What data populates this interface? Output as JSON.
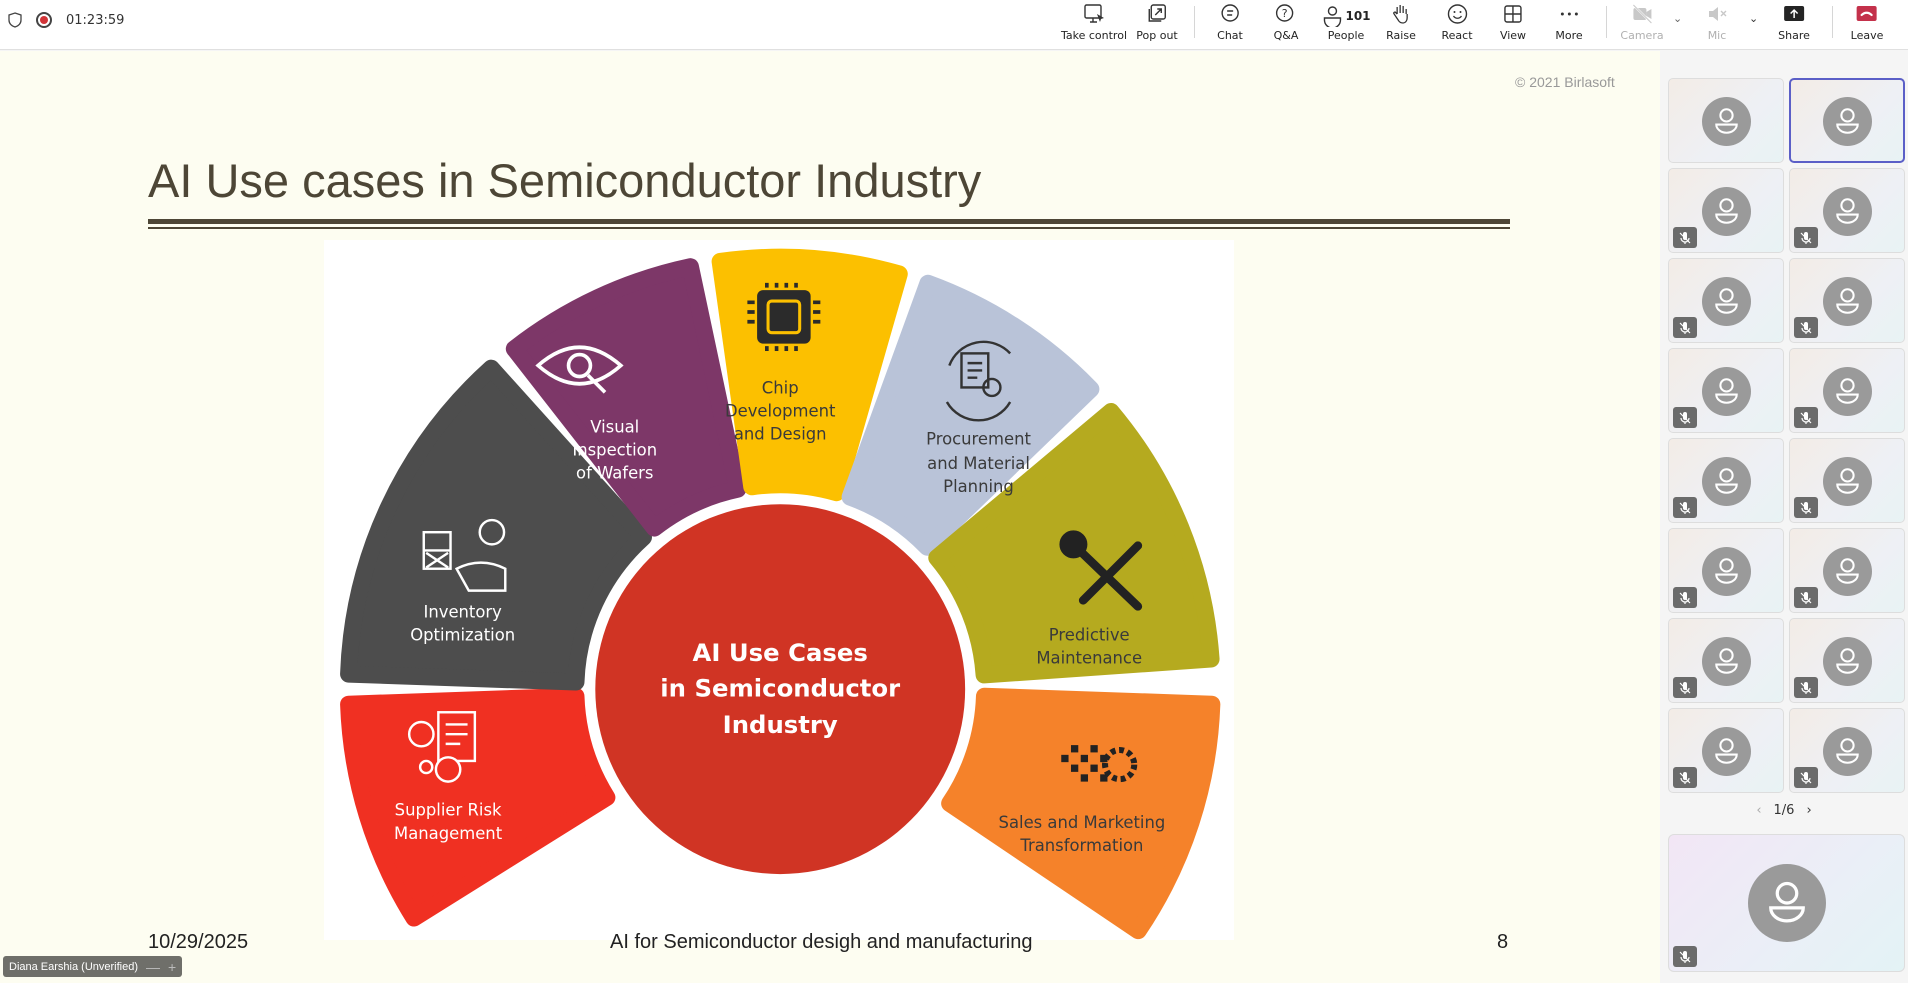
{
  "topbar": {
    "timer": "01:23:59",
    "buttons": {
      "take_control": "Take control",
      "pop_out": "Pop out",
      "chat": "Chat",
      "qa": "Q&A",
      "people": "People",
      "people_count": "101",
      "raise": "Raise",
      "react": "React",
      "view": "View",
      "more": "More",
      "camera": "Camera",
      "mic": "Mic",
      "share": "Share",
      "leave": "Leave"
    },
    "colors": {
      "record": "#d13438",
      "leave": "#c4314b",
      "share": "#242424"
    }
  },
  "slide": {
    "copyright": "© 2021 Birlasoft",
    "title": "AI Use cases in Semiconductor Industry",
    "center": [
      "AI Use Cases",
      "in Semiconductor",
      "Industry"
    ],
    "segments": [
      {
        "name": "supplier-risk",
        "lines": [
          "Supplier Risk",
          "Management"
        ],
        "color": "#f03022",
        "text_color": "#ffffff",
        "icon": "people-document-icon"
      },
      {
        "name": "inventory",
        "lines": [
          "Inventory",
          "Optimization"
        ],
        "color": "#4d4d4d",
        "text_color": "#ffffff",
        "icon": "inventory-hand-icon"
      },
      {
        "name": "visual-inspection",
        "lines": [
          "Visual",
          "Inspection",
          "of Wafers"
        ],
        "color": "#7d3768",
        "text_color": "#ffffff",
        "icon": "eye-search-icon"
      },
      {
        "name": "chip-development",
        "lines": [
          "Chip",
          "Development",
          "and Design"
        ],
        "color": "#fcc000",
        "text_color": "#3a3a3a",
        "icon": "chip-icon"
      },
      {
        "name": "procurement",
        "lines": [
          "Procurement",
          "and Material",
          "Planning"
        ],
        "color": "#b9c3d8",
        "text_color": "#3a3a3a",
        "icon": "document-cycle-icon"
      },
      {
        "name": "predictive-maintenance",
        "lines": [
          "Predictive",
          "Maintenance"
        ],
        "color": "#b5aa1f",
        "text_color": "#3a3a3a",
        "icon": "wrench-screwdriver-icon"
      },
      {
        "name": "sales-marketing",
        "lines": [
          "Sales and Marketing",
          "Transformation"
        ],
        "color": "#f5822a",
        "text_color": "#3a3a3a",
        "icon": "pixel-gear-icon"
      }
    ],
    "center_color": "#d03424",
    "footer": {
      "date": "10/29/2025",
      "caption": "AI for Semiconductor desigh and manufacturing",
      "page": "8"
    },
    "presenter": "Diana Earshia (Unverified)",
    "zoom_out": "—",
    "zoom_in": "+"
  },
  "sidebar": {
    "pager": "1/6"
  }
}
